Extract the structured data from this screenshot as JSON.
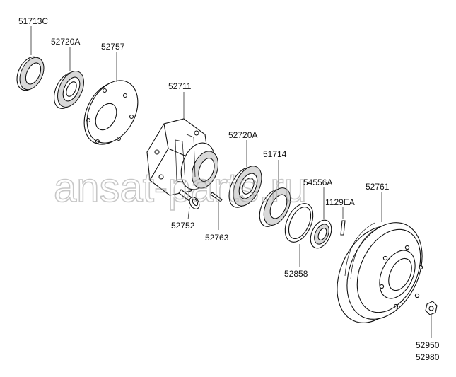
{
  "watermark": "ansat-parts.ru",
  "parts": {
    "seal_outer": "51713C",
    "bearing_outer": "52720A",
    "plate": "52757",
    "hub": "52711",
    "bearing_inner": "52720A",
    "seal_inner": "51714",
    "ring_54556a": "54556A",
    "bolt_1129ea": "1129EA",
    "drum": "52761",
    "bolt_52752": "52752",
    "pin_52763": "52763",
    "washer_52858": "52858",
    "nut_52950": "52950",
    "nut_52980": "52980"
  }
}
